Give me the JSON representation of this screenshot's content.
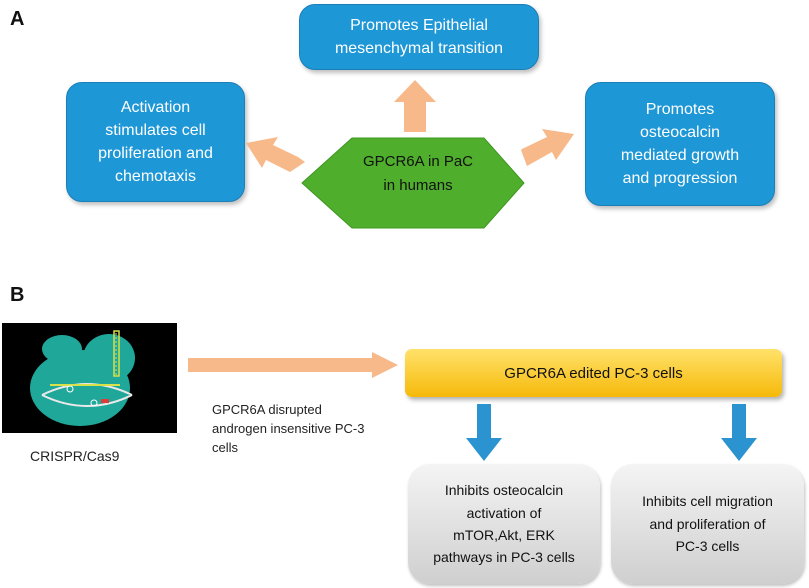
{
  "panel_a": {
    "label": "A",
    "center_node": "GPCR6A in PaC\nin humans",
    "top_box": "Promotes Epithelial\nmesenchymal transition",
    "left_box": "Activation\nstimulates cell\nproliferation and\nchemotaxis",
    "right_box": "Promotes\nosteocalcin\nmediated growth\nand progression"
  },
  "panel_b": {
    "label": "B",
    "image_caption": "CRISPR/Cas9",
    "arrow_caption": "GPCR6A disrupted\nandrogen insensitive PC-3\ncells",
    "main_box": "GPCR6A edited PC-3 cells",
    "outcome_left": "Inhibits osteocalcin\nactivation of\nmTOR,Akt, ERK\npathways in PC-3 cells",
    "outcome_right": "Inhibits cell migration\nand proliferation of\nPC-3 cells"
  },
  "colors": {
    "blue_box": "#1e97d6",
    "green_hexagon": "#4fae2c",
    "orange_arrow": "#f7b98a",
    "blue_arrow": "#2b93cf",
    "yellow_box": "#f7c21f",
    "gray_box": "#d9d9d9",
    "crispr_background": "#000000",
    "crispr_cell": "#1fa89a"
  }
}
